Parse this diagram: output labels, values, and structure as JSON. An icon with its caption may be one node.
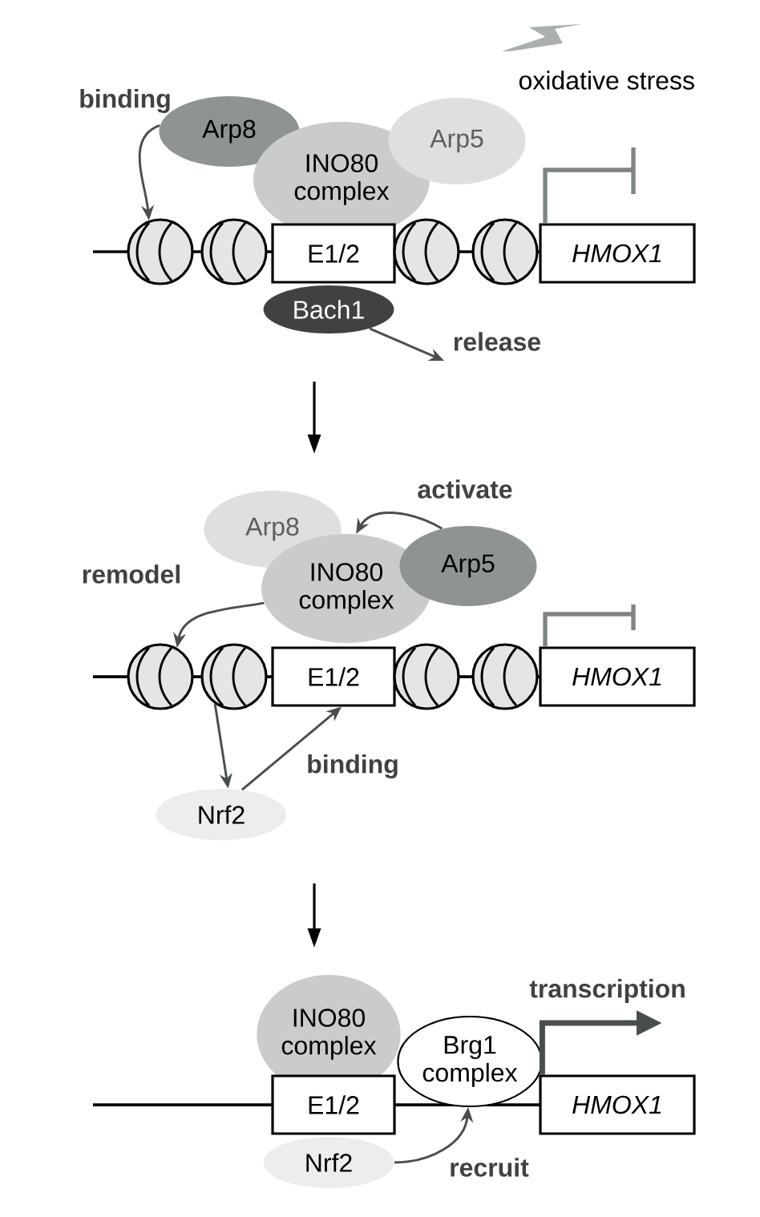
{
  "diagram": {
    "nodes": [
      {
        "text": [
          "Arp8"
        ]
      },
      {
        "text": [
          "INO80 complex"
        ]
      },
      {
        "text": [
          "Arp5"
        ]
      },
      {
        "text": [],
        "shape": "circle"
      },
      {
        "text": [],
        "shape": "circle"
      },
      {
        "text": [
          "E1/2"
        ]
      },
      {
        "text": [],
        "shape": "circle"
      },
      {
        "text": [],
        "shape": "circle"
      },
      {
        "text": [
          "HMOX1"
        ]
      },
      {
        "text": [
          "Bach1"
        ]
      },
      {
        "text": [
          "Arp8"
        ]
      },
      {
        "text": [
          "INO80 complex"
        ]
      },
      {
        "text": [
          "Arp5"
        ]
      },
      {
        "text": [],
        "shape": "circle"
      },
      {
        "text": [],
        "shape": "circle"
      },
      {
        "text": [
          "E1/2"
        ]
      },
      {
        "text": [],
        "shape": "circle"
      },
      {
        "text": [],
        "shape": "circle"
      },
      {
        "text": [
          "HMOX1"
        ]
      },
      {
        "text": [
          "Nrf2"
        ]
      },
      {
        "text": [
          "INO80 complex"
        ]
      },
      {
        "text": [
          "Brg1 complex"
        ]
      },
      {
        "text": [
          "E1/2"
        ]
      },
      {
        "text": [
          "HMOX1"
        ]
      },
      {
        "text": [
          "Nrf2"
        ]
      }
    ],
    "edges": [
      {
        "from": 0,
        "to": 3,
        "arrow": "to",
        "label": "binding"
      },
      {
        "from": 9,
        "to": null,
        "arrow": "to",
        "label": "release"
      },
      {
        "from": 12,
        "to": 11,
        "arrow": "to",
        "label": "activate"
      },
      {
        "from": 11,
        "to": 13,
        "arrow": "to",
        "label": "remodel"
      },
      {
        "from": 14,
        "to": 19,
        "arrow": "to"
      },
      {
        "from": 19,
        "to": 15,
        "arrow": "to",
        "label": "binding"
      },
      {
        "from": 23,
        "to": null,
        "arrow": "to",
        "label": "transcription",
        "style": "thick"
      },
      {
        "from": 24,
        "to": 21,
        "arrow": "to",
        "label": "recruit"
      }
    ],
    "labels": [
      "oxidative stress"
    ]
  }
}
